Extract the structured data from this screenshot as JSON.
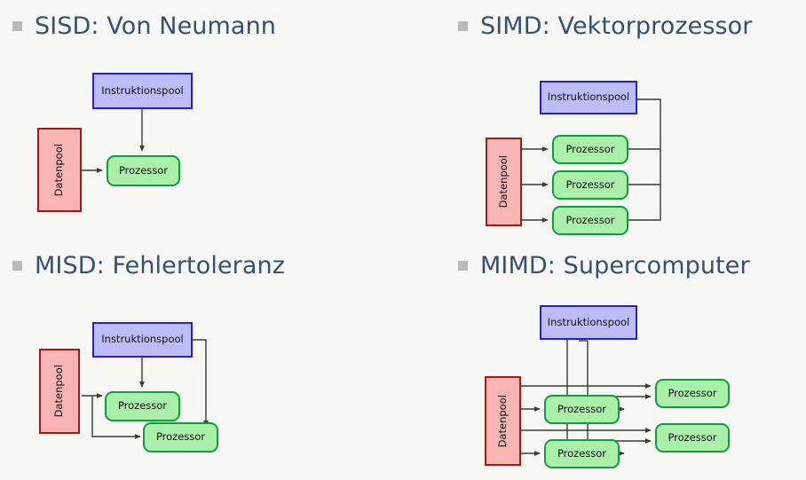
{
  "slide": {
    "background_color": "#f7f7f5",
    "title_color": "#37506b",
    "bullet_color": "#b9b9b9"
  },
  "palette": {
    "instruction_fill": "#bdbcf7",
    "instruction_stroke": "#2222c8",
    "processor_fill": "#aaf0ab",
    "processor_stroke": "#0f9c3f",
    "data_fill": "#f9b4b4",
    "data_stroke": "#9e1b1b",
    "arrow_color": "#3a3a3a"
  },
  "labels": {
    "instruction_pool": "Instruktionspool",
    "processor": "Prozessor",
    "data_pool": "Datenpool"
  },
  "quadrants": [
    {
      "id": "sisd",
      "title": "SISD: Von Neumann",
      "instruction_pools": 1,
      "data_pools": 1,
      "processors": 1
    },
    {
      "id": "simd",
      "title": "SIMD: Vektorprozessor",
      "instruction_pools": 1,
      "data_pools": 1,
      "processors": 3
    },
    {
      "id": "misd",
      "title": "MISD: Fehlertoleranz",
      "instruction_pools": 1,
      "data_pools": 1,
      "processors": 2
    },
    {
      "id": "mimd",
      "title": "MIMD: Supercomputer",
      "instruction_pools": 1,
      "data_pools": 1,
      "processors": 4
    }
  ]
}
